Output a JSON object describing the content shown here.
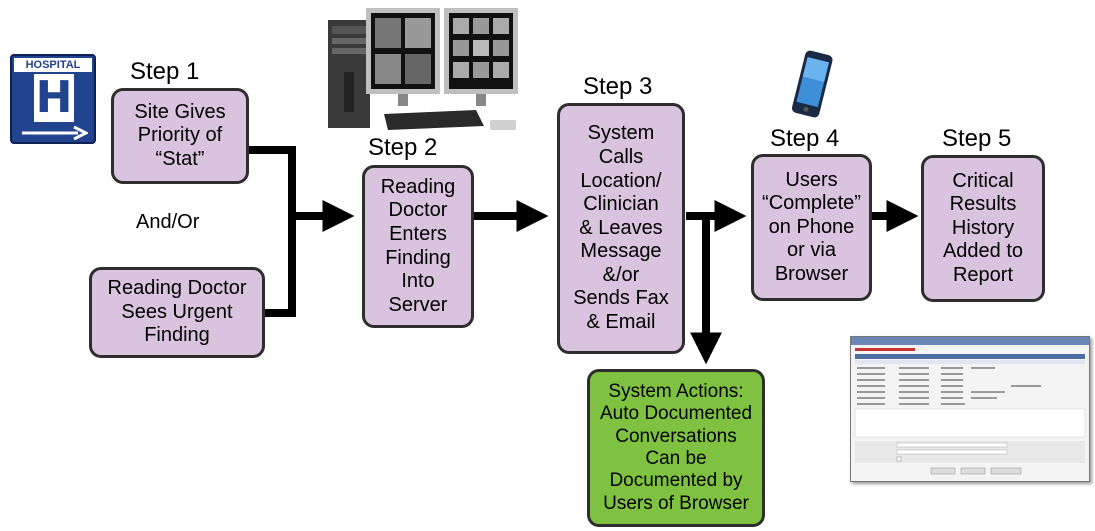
{
  "steps": {
    "step1": "Step 1",
    "step2": "Step 2",
    "step3": "Step 3",
    "step4": "Step 4",
    "step5": "Step 5"
  },
  "hospital_sign": {
    "label": "HOSPITAL",
    "letter": "H"
  },
  "boxes": {
    "site_gives_priority": "Site Gives\nPriority of\n“Stat”",
    "reading_doctor_sees": "Reading Doctor\nSees Urgent\nFinding",
    "reading_doctor_enters": "Reading\nDoctor\nEnters\nFinding\nInto\nServer",
    "system_calls": "System\nCalls\nLocation/\nClinician\n& Leaves\nMessage\n&/or\nSends Fax\n& Email",
    "users_complete": "Users\n“Complete”\non Phone\nor via\nBrowser",
    "critical_results": "Critical\nResults\nHistory\nAdded to\nReport",
    "system_actions": "System Actions:\nAuto Documented\nConversations\nCan be\nDocumented by\nUsers of Browser"
  },
  "and_or": "And/Or",
  "colors": {
    "box_fill": "#d9c3de",
    "box_green": "#7fc241",
    "border": "#2e2e2e",
    "arrow": "#000000",
    "sign_blue": "#22448f"
  },
  "icons": [
    "hospital-sign-icon",
    "workstation-icon",
    "phone-icon",
    "report-screenshot-icon"
  ]
}
